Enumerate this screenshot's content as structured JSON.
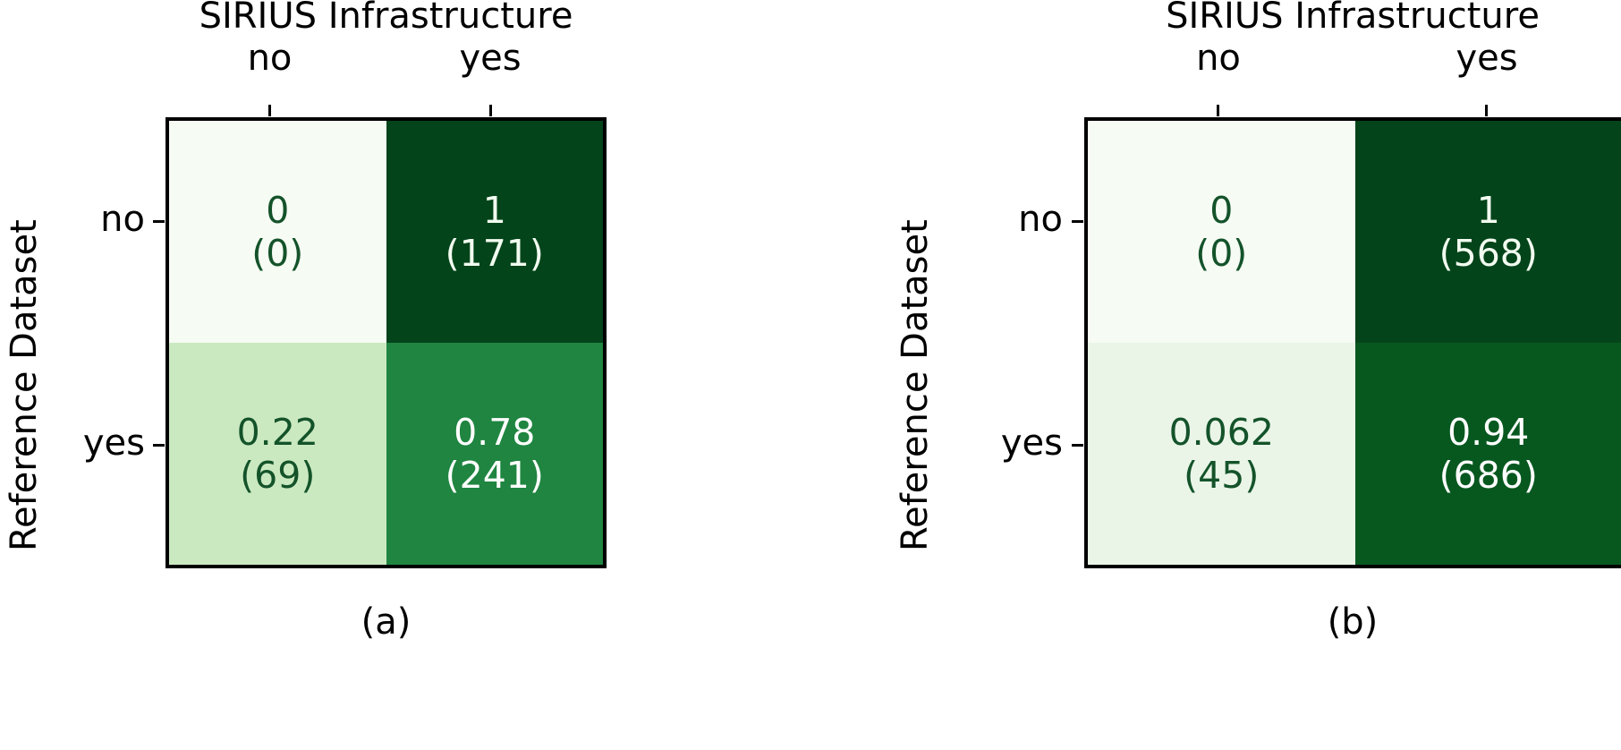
{
  "chart_data": [
    {
      "type": "heatmap",
      "panel_label": "(a)",
      "title": "SIRIUS Infrastructure",
      "xlabel": "SIRIUS Infrastructure",
      "ylabel": "Reference Dataset",
      "categories_x": [
        "no",
        "yes"
      ],
      "categories_y": [
        "no",
        "yes"
      ],
      "colormap": "Greens",
      "normalization": "row",
      "grid": false,
      "legend": "none",
      "cells": [
        {
          "row": "no",
          "col": "no",
          "value": "0",
          "count": "(0)",
          "raw_value": 0,
          "raw_count": 0,
          "bg": "#f6fbf4",
          "fg": "#14532a"
        },
        {
          "row": "no",
          "col": "yes",
          "value": "1",
          "count": "(171)",
          "raw_value": 1,
          "raw_count": 171,
          "bg": "#03441a",
          "fg": "#f2fbf0"
        },
        {
          "row": "yes",
          "col": "no",
          "value": "0.22",
          "count": "(69)",
          "raw_value": 0.22,
          "raw_count": 69,
          "bg": "#cbe9c1",
          "fg": "#14532a"
        },
        {
          "row": "yes",
          "col": "yes",
          "value": "0.78",
          "count": "(241)",
          "raw_value": 0.78,
          "raw_count": 241,
          "bg": "#1f8540",
          "fg": "#ffffff"
        }
      ]
    },
    {
      "type": "heatmap",
      "panel_label": "(b)",
      "title": "SIRIUS Infrastructure",
      "xlabel": "SIRIUS Infrastructure",
      "ylabel": "Reference Dataset",
      "categories_x": [
        "no",
        "yes"
      ],
      "categories_y": [
        "no",
        "yes"
      ],
      "colormap": "Greens",
      "normalization": "row",
      "grid": false,
      "legend": "none",
      "cells": [
        {
          "row": "no",
          "col": "no",
          "value": "0",
          "count": "(0)",
          "raw_value": 0,
          "raw_count": 0,
          "bg": "#f6fbf4",
          "fg": "#14532a"
        },
        {
          "row": "no",
          "col": "yes",
          "value": "1",
          "count": "(568)",
          "raw_value": 1,
          "raw_count": 568,
          "bg": "#03441a",
          "fg": "#f2fbf0"
        },
        {
          "row": "yes",
          "col": "no",
          "value": "0.062",
          "count": "(45)",
          "raw_value": 0.062,
          "raw_count": 45,
          "bg": "#eaf5e8",
          "fg": "#14532a"
        },
        {
          "row": "yes",
          "col": "yes",
          "value": "0.94",
          "count": "(686)",
          "raw_value": 0.94,
          "raw_count": 686,
          "bg": "#07581f",
          "fg": "#ffffff"
        }
      ]
    }
  ],
  "panel_a": {
    "column_title": "SIRIUS Infrastructure",
    "column_ticks": [
      "no",
      "yes"
    ],
    "row_axis_label": "Reference Dataset",
    "row_ticks": [
      "no",
      "yes"
    ],
    "subcaption": "(a)",
    "cells": [
      {
        "value": "0",
        "count": "(0)"
      },
      {
        "value": "1",
        "count": "(171)"
      },
      {
        "value": "0.22",
        "count": "(69)"
      },
      {
        "value": "0.78",
        "count": "(241)"
      }
    ]
  },
  "panel_b": {
    "column_title": "SIRIUS Infrastructure",
    "column_ticks": [
      "no",
      "yes"
    ],
    "row_axis_label": "Reference Dataset",
    "row_ticks": [
      "no",
      "yes"
    ],
    "subcaption": "(b)",
    "cells": [
      {
        "value": "0",
        "count": "(0)"
      },
      {
        "value": "1",
        "count": "(568)"
      },
      {
        "value": "0.062",
        "count": "(45)"
      },
      {
        "value": "0.94",
        "count": "(686)"
      }
    ]
  },
  "colors": {
    "axis": "#000000",
    "background": "#ffffff",
    "dark_green": "#03441a",
    "mid_green": "#1f8540",
    "deep_green": "#07581f",
    "light_green": "#cbe9c1",
    "pale_green": "#eaf5e8",
    "near_white_green": "#f6fbf4",
    "text_dark_green": "#14532a",
    "text_light": "#ffffff"
  }
}
